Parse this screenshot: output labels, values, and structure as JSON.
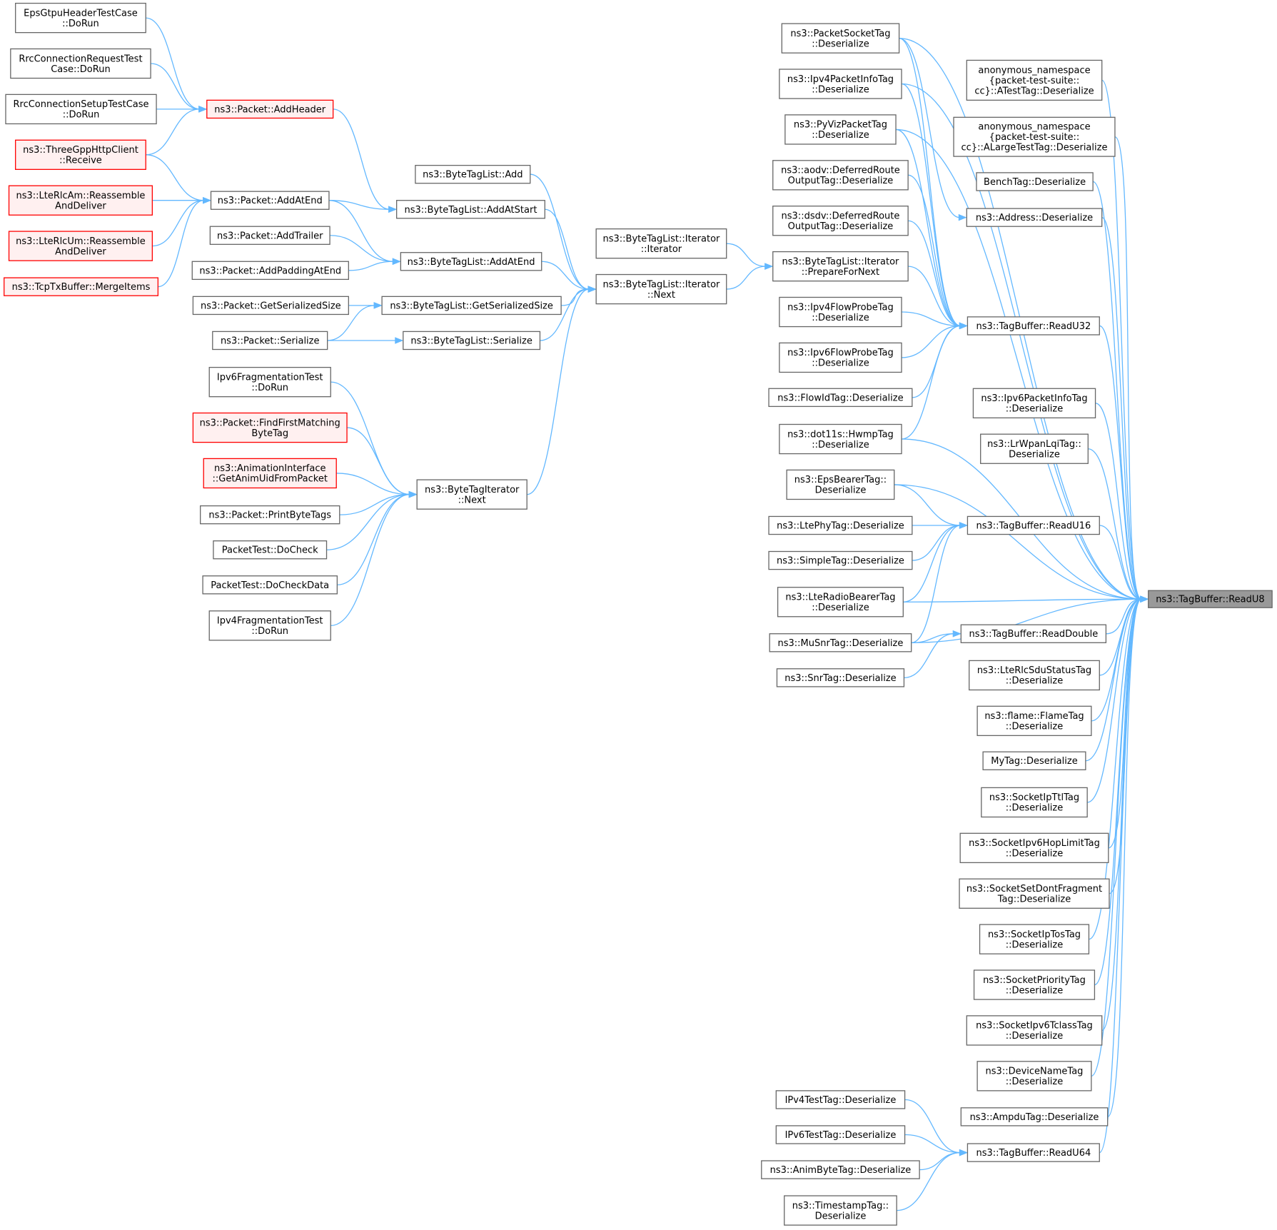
{
  "diagram": {
    "nodes": [
      {
        "id": "root",
        "lines": [
          "ns3::TagBuffer::ReadU8"
        ],
        "style": "root"
      },
      {
        "id": "ru32",
        "lines": [
          "ns3::TagBuffer::ReadU32"
        ],
        "style": "normal"
      },
      {
        "id": "ru16",
        "lines": [
          "ns3::TagBuffer::ReadU16"
        ],
        "style": "normal"
      },
      {
        "id": "rdbl",
        "lines": [
          "ns3::TagBuffer::ReadDouble"
        ],
        "style": "normal"
      },
      {
        "id": "ru64",
        "lines": [
          "ns3::TagBuffer::ReadU64"
        ],
        "style": "normal"
      },
      {
        "id": "atest",
        "lines": [
          "anonymous_namespace",
          "{packet-test-suite::",
          "cc}::ATestTag::Deserialize"
        ],
        "style": "normal"
      },
      {
        "id": "alarge",
        "lines": [
          "anonymous_namespace",
          "{packet-test-suite::",
          "cc}::ALargeTestTag::Deserialize"
        ],
        "style": "normal"
      },
      {
        "id": "bench",
        "lines": [
          "BenchTag::Deserialize"
        ],
        "style": "normal"
      },
      {
        "id": "addr",
        "lines": [
          "ns3::Address::Deserialize"
        ],
        "style": "normal"
      },
      {
        "id": "ipv6pi",
        "lines": [
          "ns3::Ipv6PacketInfoTag",
          "::Deserialize"
        ],
        "style": "normal"
      },
      {
        "id": "lrwpan",
        "lines": [
          "ns3::LrWpanLqiTag::",
          "Deserialize"
        ],
        "style": "normal"
      },
      {
        "id": "rlcsdu",
        "lines": [
          "ns3::LteRlcSduStatusTag",
          "::Deserialize"
        ],
        "style": "normal"
      },
      {
        "id": "flame",
        "lines": [
          "ns3::flame::FlameTag",
          "::Deserialize"
        ],
        "style": "normal"
      },
      {
        "id": "mytag",
        "lines": [
          "MyTag::Deserialize"
        ],
        "style": "normal"
      },
      {
        "id": "ipttl",
        "lines": [
          "ns3::SocketIpTtlTag",
          "::Deserialize"
        ],
        "style": "normal"
      },
      {
        "id": "hoplim",
        "lines": [
          "ns3::SocketIpv6HopLimitTag",
          "::Deserialize"
        ],
        "style": "normal"
      },
      {
        "id": "dontfrag",
        "lines": [
          "ns3::SocketSetDontFragment",
          "Tag::Deserialize"
        ],
        "style": "normal"
      },
      {
        "id": "iptos",
        "lines": [
          "ns3::SocketIpTosTag",
          "::Deserialize"
        ],
        "style": "normal"
      },
      {
        "id": "sprio",
        "lines": [
          "ns3::SocketPriorityTag",
          "::Deserialize"
        ],
        "style": "normal"
      },
      {
        "id": "tclass",
        "lines": [
          "ns3::SocketIpv6TclassTag",
          "::Deserialize"
        ],
        "style": "normal"
      },
      {
        "id": "devname",
        "lines": [
          "ns3::DeviceNameTag",
          "::Deserialize"
        ],
        "style": "normal"
      },
      {
        "id": "ampdu",
        "lines": [
          "ns3::AmpduTag::Deserialize"
        ],
        "style": "normal"
      },
      {
        "id": "pst",
        "lines": [
          "ns3::PacketSocketTag",
          "::Deserialize"
        ],
        "style": "normal"
      },
      {
        "id": "ipv4pi",
        "lines": [
          "ns3::Ipv4PacketInfoTag",
          "::Deserialize"
        ],
        "style": "normal"
      },
      {
        "id": "pyviz",
        "lines": [
          "ns3::PyVizPacketTag",
          "::Deserialize"
        ],
        "style": "normal"
      },
      {
        "id": "aodv",
        "lines": [
          "ns3::aodv::DeferredRoute",
          "OutputTag::Deserialize"
        ],
        "style": "normal"
      },
      {
        "id": "dsdv",
        "lines": [
          "ns3::dsdv::DeferredRoute",
          "OutputTag::Deserialize"
        ],
        "style": "normal"
      },
      {
        "id": "prep",
        "lines": [
          "ns3::ByteTagList::Iterator",
          "::PrepareForNext"
        ],
        "style": "normal"
      },
      {
        "id": "ipv4fp",
        "lines": [
          "ns3::Ipv4FlowProbeTag",
          "::Deserialize"
        ],
        "style": "normal"
      },
      {
        "id": "ipv6fp",
        "lines": [
          "ns3::Ipv6FlowProbeTag",
          "::Deserialize"
        ],
        "style": "normal"
      },
      {
        "id": "flowid",
        "lines": [
          "ns3::FlowIdTag::Deserialize"
        ],
        "style": "normal"
      },
      {
        "id": "hwmp",
        "lines": [
          "ns3::dot11s::HwmpTag",
          "::Deserialize"
        ],
        "style": "normal"
      },
      {
        "id": "epsb",
        "lines": [
          "ns3::EpsBearerTag::",
          "Deserialize"
        ],
        "style": "normal"
      },
      {
        "id": "ltephy",
        "lines": [
          "ns3::LtePhyTag::Deserialize"
        ],
        "style": "normal"
      },
      {
        "id": "simple",
        "lines": [
          "ns3::SimpleTag::Deserialize"
        ],
        "style": "normal"
      },
      {
        "id": "lterb",
        "lines": [
          "ns3::LteRadioBearerTag",
          "::Deserialize"
        ],
        "style": "normal"
      },
      {
        "id": "musnr",
        "lines": [
          "ns3::MuSnrTag::Deserialize"
        ],
        "style": "normal"
      },
      {
        "id": "snr",
        "lines": [
          "ns3::SnrTag::Deserialize"
        ],
        "style": "normal"
      },
      {
        "id": "ip4test",
        "lines": [
          "IPv4TestTag::Deserialize"
        ],
        "style": "normal"
      },
      {
        "id": "ip6test",
        "lines": [
          "IPv6TestTag::Deserialize"
        ],
        "style": "normal"
      },
      {
        "id": "animbt",
        "lines": [
          "ns3::AnimByteTag::Deserialize"
        ],
        "style": "normal"
      },
      {
        "id": "tstamp",
        "lines": [
          "ns3::TimestampTag::",
          "Deserialize"
        ],
        "style": "normal"
      },
      {
        "id": "itctor",
        "lines": [
          "ns3::ByteTagList::Iterator",
          "::Iterator"
        ],
        "style": "normal"
      },
      {
        "id": "itnext",
        "lines": [
          "ns3::ByteTagList::Iterator",
          "::Next"
        ],
        "style": "normal"
      },
      {
        "id": "btladd",
        "lines": [
          "ns3::ByteTagList::Add"
        ],
        "style": "normal"
      },
      {
        "id": "btlstart",
        "lines": [
          "ns3::ByteTagList::AddAtStart"
        ],
        "style": "normal"
      },
      {
        "id": "btlend",
        "lines": [
          "ns3::ByteTagList::AddAtEnd"
        ],
        "style": "normal"
      },
      {
        "id": "btlgss",
        "lines": [
          "ns3::ByteTagList::GetSerializedSize"
        ],
        "style": "normal"
      },
      {
        "id": "btlser",
        "lines": [
          "ns3::ByteTagList::Serialize"
        ],
        "style": "normal"
      },
      {
        "id": "btinext",
        "lines": [
          "ns3::ByteTagIterator",
          "::Next"
        ],
        "style": "normal"
      },
      {
        "id": "addhdr",
        "lines": [
          "ns3::Packet::AddHeader"
        ],
        "style": "red"
      },
      {
        "id": "addatend",
        "lines": [
          "ns3::Packet::AddAtEnd"
        ],
        "style": "normal"
      },
      {
        "id": "addtrl",
        "lines": [
          "ns3::Packet::AddTrailer"
        ],
        "style": "normal"
      },
      {
        "id": "addpad",
        "lines": [
          "ns3::Packet::AddPaddingAtEnd"
        ],
        "style": "normal"
      },
      {
        "id": "pgss",
        "lines": [
          "ns3::Packet::GetSerializedSize"
        ],
        "style": "normal"
      },
      {
        "id": "pser",
        "lines": [
          "ns3::Packet::Serialize"
        ],
        "style": "normal"
      },
      {
        "id": "ipv6frag",
        "lines": [
          "Ipv6FragmentationTest",
          "::DoRun"
        ],
        "style": "normal"
      },
      {
        "id": "findfirst",
        "lines": [
          "ns3::Packet::FindFirstMatching",
          "ByteTag"
        ],
        "style": "red"
      },
      {
        "id": "animuid",
        "lines": [
          "ns3::AnimationInterface",
          "::GetAnimUidFromPacket"
        ],
        "style": "red"
      },
      {
        "id": "pbt",
        "lines": [
          "ns3::Packet::PrintByteTags"
        ],
        "style": "normal"
      },
      {
        "id": "docheck",
        "lines": [
          "PacketTest::DoCheck"
        ],
        "style": "normal"
      },
      {
        "id": "docheckdata",
        "lines": [
          "PacketTest::DoCheckData"
        ],
        "style": "normal"
      },
      {
        "id": "ipv4frag",
        "lines": [
          "Ipv4FragmentationTest",
          "::DoRun"
        ],
        "style": "normal"
      },
      {
        "id": "epsgtpu",
        "lines": [
          "EpsGtpuHeaderTestCase",
          "::DoRun"
        ],
        "style": "normal"
      },
      {
        "id": "rrcreq",
        "lines": [
          "RrcConnectionRequestTest",
          "Case::DoRun"
        ],
        "style": "normal"
      },
      {
        "id": "rrcsetup",
        "lines": [
          "RrcConnectionSetupTestCase",
          "::DoRun"
        ],
        "style": "normal"
      },
      {
        "id": "http",
        "lines": [
          "ns3::ThreeGppHttpClient",
          "::Receive"
        ],
        "style": "red"
      },
      {
        "id": "rlcam",
        "lines": [
          "ns3::LteRlcAm::Reassemble",
          "AndDeliver"
        ],
        "style": "red"
      },
      {
        "id": "rlcum",
        "lines": [
          "ns3::LteRlcUm::Reassemble",
          "AndDeliver"
        ],
        "style": "red"
      },
      {
        "id": "tcptx",
        "lines": [
          "ns3::TcpTxBuffer::MergeItems"
        ],
        "style": "red"
      }
    ],
    "edges": [
      [
        "atest",
        "root"
      ],
      [
        "alarge",
        "root"
      ],
      [
        "bench",
        "root"
      ],
      [
        "addr",
        "root"
      ],
      [
        "ru32",
        "root"
      ],
      [
        "ipv6pi",
        "root"
      ],
      [
        "lrwpan",
        "root"
      ],
      [
        "ru16",
        "root"
      ],
      [
        "rdbl",
        "root"
      ],
      [
        "rlcsdu",
        "root"
      ],
      [
        "flame",
        "root"
      ],
      [
        "mytag",
        "root"
      ],
      [
        "ipttl",
        "root"
      ],
      [
        "hoplim",
        "root"
      ],
      [
        "dontfrag",
        "root"
      ],
      [
        "iptos",
        "root"
      ],
      [
        "sprio",
        "root"
      ],
      [
        "tclass",
        "root"
      ],
      [
        "devname",
        "root"
      ],
      [
        "ampdu",
        "root"
      ],
      [
        "ru64",
        "root"
      ],
      [
        "pst",
        "root"
      ],
      [
        "ipv4pi",
        "root"
      ],
      [
        "pyviz",
        "root"
      ],
      [
        "hwmp",
        "root"
      ],
      [
        "epsb",
        "root"
      ],
      [
        "lterb",
        "root"
      ],
      [
        "musnr",
        "root"
      ],
      [
        "pst",
        "addr"
      ],
      [
        "pst",
        "ru32"
      ],
      [
        "ipv4pi",
        "ru32"
      ],
      [
        "pyviz",
        "ru32"
      ],
      [
        "aodv",
        "ru32"
      ],
      [
        "dsdv",
        "ru32"
      ],
      [
        "prep",
        "ru32"
      ],
      [
        "ipv4fp",
        "ru32"
      ],
      [
        "ipv6fp",
        "ru32"
      ],
      [
        "flowid",
        "ru32"
      ],
      [
        "hwmp",
        "ru32"
      ],
      [
        "epsb",
        "ru16"
      ],
      [
        "ltephy",
        "ru16"
      ],
      [
        "simple",
        "ru16"
      ],
      [
        "lterb",
        "ru16"
      ],
      [
        "musnr",
        "ru16"
      ],
      [
        "musnr",
        "rdbl"
      ],
      [
        "snr",
        "rdbl"
      ],
      [
        "ip4test",
        "ru64"
      ],
      [
        "ip6test",
        "ru64"
      ],
      [
        "animbt",
        "ru64"
      ],
      [
        "tstamp",
        "ru64"
      ],
      [
        "itctor",
        "prep"
      ],
      [
        "itnext",
        "prep"
      ],
      [
        "btladd",
        "itnext"
      ],
      [
        "btlstart",
        "itnext"
      ],
      [
        "btlend",
        "itnext"
      ],
      [
        "btlgss",
        "itnext"
      ],
      [
        "btlser",
        "itnext"
      ],
      [
        "btinext",
        "itnext"
      ],
      [
        "addhdr",
        "btlstart"
      ],
      [
        "addatend",
        "btlstart"
      ],
      [
        "addatend",
        "btlend"
      ],
      [
        "addtrl",
        "btlend"
      ],
      [
        "addpad",
        "btlend"
      ],
      [
        "pgss",
        "btlgss"
      ],
      [
        "pser",
        "btlgss"
      ],
      [
        "pser",
        "btlser"
      ],
      [
        "ipv6frag",
        "btinext"
      ],
      [
        "findfirst",
        "btinext"
      ],
      [
        "animuid",
        "btinext"
      ],
      [
        "pbt",
        "btinext"
      ],
      [
        "docheck",
        "btinext"
      ],
      [
        "docheckdata",
        "btinext"
      ],
      [
        "ipv4frag",
        "btinext"
      ],
      [
        "epsgtpu",
        "addhdr"
      ],
      [
        "rrcreq",
        "addhdr"
      ],
      [
        "rrcsetup",
        "addhdr"
      ],
      [
        "http",
        "addhdr"
      ],
      [
        "http",
        "addatend"
      ],
      [
        "rlcam",
        "addatend"
      ],
      [
        "rlcum",
        "addatend"
      ],
      [
        "tcptx",
        "addatend"
      ]
    ]
  }
}
